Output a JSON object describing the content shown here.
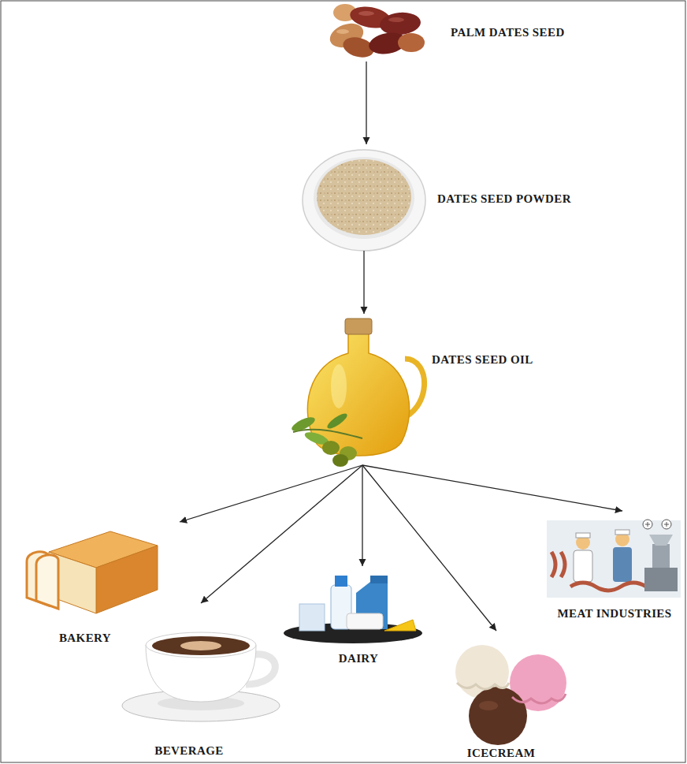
{
  "diagram": {
    "nodes": [
      {
        "text": [
          "PALM DATES SEED"
        ]
      },
      {
        "text": [
          "DATES SEED POWDER"
        ]
      },
      {
        "text": [
          "DATES SEED OIL"
        ]
      },
      {
        "text": [
          "BAKERY"
        ]
      },
      {
        "text": [
          "BEVERAGE"
        ]
      },
      {
        "text": [
          "DAIRY"
        ]
      },
      {
        "text": [
          "ICECREAM"
        ]
      },
      {
        "text": [
          "MEAT INDUSTRIES"
        ]
      }
    ],
    "edges": [
      {
        "from": 0,
        "to": 1,
        "arrow": "to"
      },
      {
        "from": 1,
        "to": 2,
        "arrow": "to"
      },
      {
        "from": 2,
        "to": 3,
        "arrow": "to"
      },
      {
        "from": 2,
        "to": 4,
        "arrow": "to"
      },
      {
        "from": 2,
        "to": 5,
        "arrow": "to"
      },
      {
        "from": 2,
        "to": 6,
        "arrow": "to"
      },
      {
        "from": 2,
        "to": 7,
        "arrow": "to"
      }
    ]
  }
}
